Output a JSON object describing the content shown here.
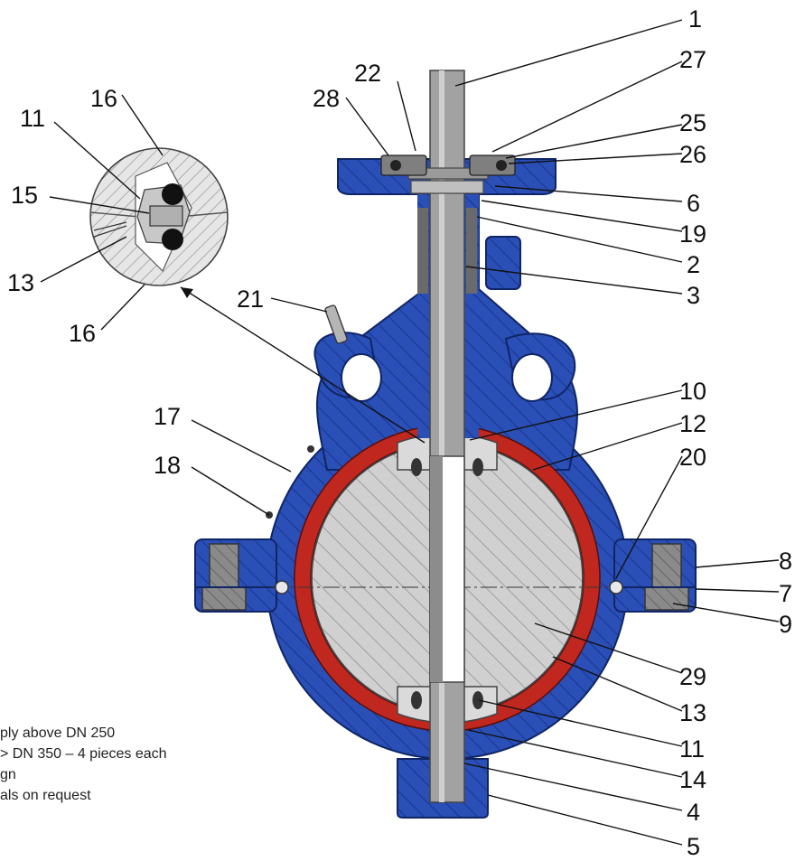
{
  "colors": {
    "body": "#2a4fb6",
    "body_hatch": "#1a3a99",
    "seat": "#c0281f",
    "disc": "#cfcfcf",
    "shaft": "#9c9c9c",
    "bolt": "#8a8a8a",
    "detail": "#dddddd"
  },
  "callouts": {
    "c1": "1",
    "c27": "27",
    "c25": "25",
    "c26": "26",
    "c6": "6",
    "c19": "19",
    "c2": "2",
    "c3": "3",
    "c10": "10",
    "c12": "12",
    "c20": "20",
    "c8": "8",
    "c7": "7",
    "c9": "9",
    "c29": "29",
    "c13": "13",
    "c11": "11",
    "c14": "14",
    "c4": "4",
    "c5": "5",
    "c22": "22",
    "c28": "28",
    "c21": "21",
    "c17": "17",
    "c18": "18",
    "d16a": "16",
    "d11": "11",
    "d15": "15",
    "d13": "13",
    "d16b": "16"
  },
  "notes": [
    "ply above DN 250",
    " > DN 350 – 4 pieces each",
    "gn",
    "als on request"
  ]
}
